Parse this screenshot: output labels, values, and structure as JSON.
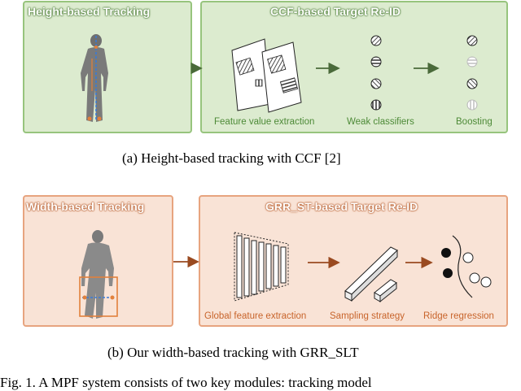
{
  "panel_a": {
    "left_title": "Height-based Tracking",
    "right_title": "CCF-based Target Re-ID",
    "steps": [
      "Feature value extraction",
      "Weak classifiers",
      "Boosting"
    ],
    "caption": "(a)  Height-based tracking with CCF [2]",
    "accent": "#97c47d"
  },
  "panel_b": {
    "left_title": "Width-based Tracking",
    "right_title": "GRR_ST-based Target Re-ID",
    "steps": [
      "Global feature extraction",
      "Sampling strategy",
      "Ridge regression"
    ],
    "caption": "(b)  Our width-based tracking with GRR_SLT",
    "accent": "#e7a47f"
  },
  "footer": "Fig. 1.    A MPF system consists of two key modules: tracking model"
}
